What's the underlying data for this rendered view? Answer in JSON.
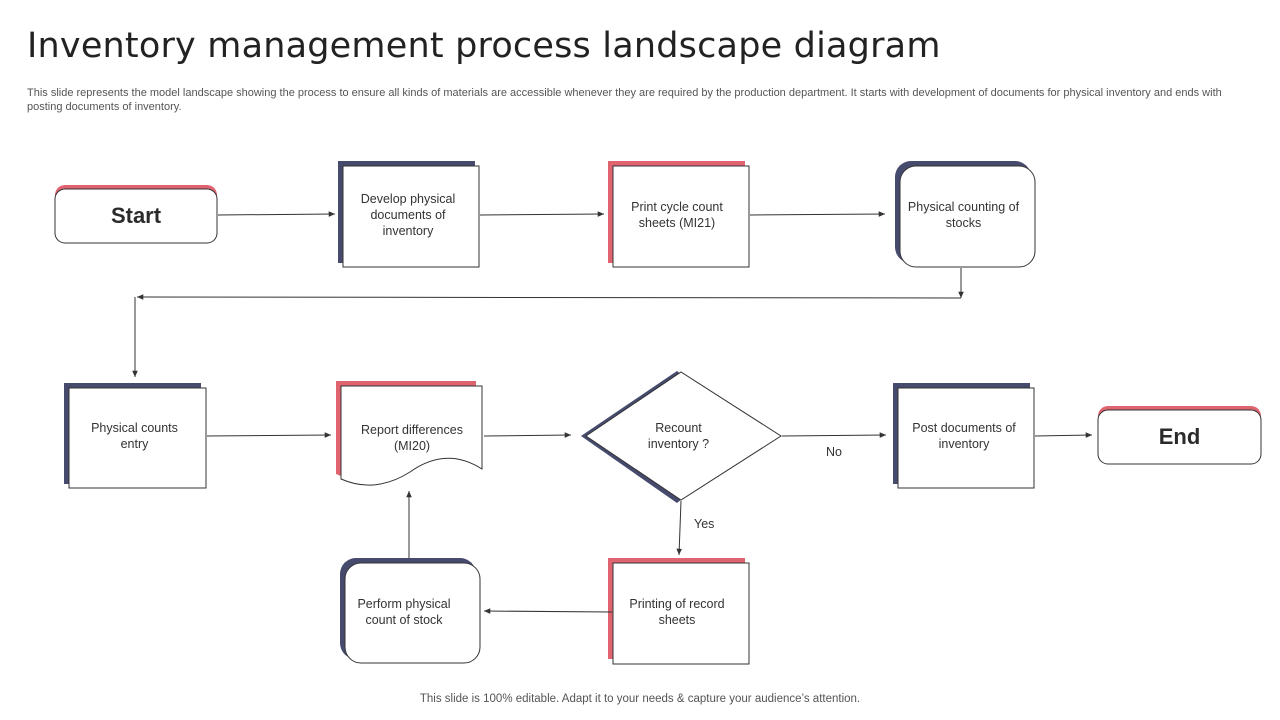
{
  "title": "Inventory management process landscape diagram",
  "subtitle": "This slide represents the model landscape showing the process to ensure all kinds of materials are accessible whenever they are required by the production department. It starts with development of documents for physical inventory and ends with posting documents of inventory.",
  "nodes": {
    "start": "Start",
    "develop": "Develop physical documents of inventory",
    "print_cycle": "Print cycle count sheets (MI21)",
    "physical_counting": "Physical counting of stocks",
    "counts_entry": "Physical counts entry",
    "report_diff": "Report differences (MI20)",
    "recount": "Recount inventory ?",
    "post_docs": "Post documents of inventory",
    "end": "End",
    "perform_count": "Perform physical count of stock",
    "printing_record": "Printing of record sheets"
  },
  "edges": {
    "no_label": "No",
    "yes_label": "Yes"
  },
  "colors": {
    "navy": "#464b6e",
    "red": "#e06470",
    "line": "#333333"
  },
  "footer": "This slide is 100% editable. Adapt it to your needs & capture your audience’s attention."
}
